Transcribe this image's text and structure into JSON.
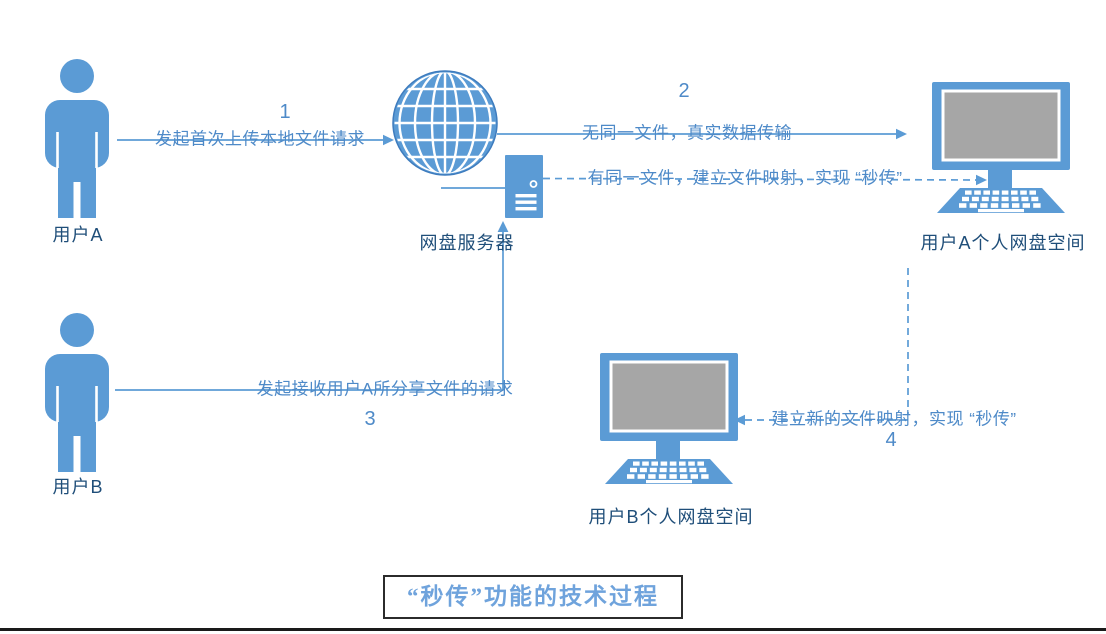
{
  "diagram": {
    "title": "“秒传”功能的技术过程",
    "nodes": {
      "user_a": "用户A",
      "user_b": "用户B",
      "server": "网盘服务器",
      "space_a": "用户A个人网盘空间",
      "space_b": "用户B个人网盘空间"
    },
    "steps": {
      "s1": {
        "num": "1",
        "label": "发起首次上传本地文件请求"
      },
      "s2": {
        "num": "2",
        "label": "无同一文件，真实数据传输"
      },
      "s2b": {
        "label": "有同一文件，建立文件映射，实现 “秒传”"
      },
      "s3": {
        "num": "3",
        "label": "发起接收用户A所分享文件的请求"
      },
      "s4": {
        "num": "4",
        "label": "建立新的文件映射，实现 “秒传”"
      }
    },
    "colors": {
      "shape_blue": "#5B9BD5",
      "node_label": "#1F4E79",
      "connector_label": "#4E8AC8",
      "title_blue": "#6FA3DC",
      "screen_gray": "#A6A6A6"
    }
  }
}
